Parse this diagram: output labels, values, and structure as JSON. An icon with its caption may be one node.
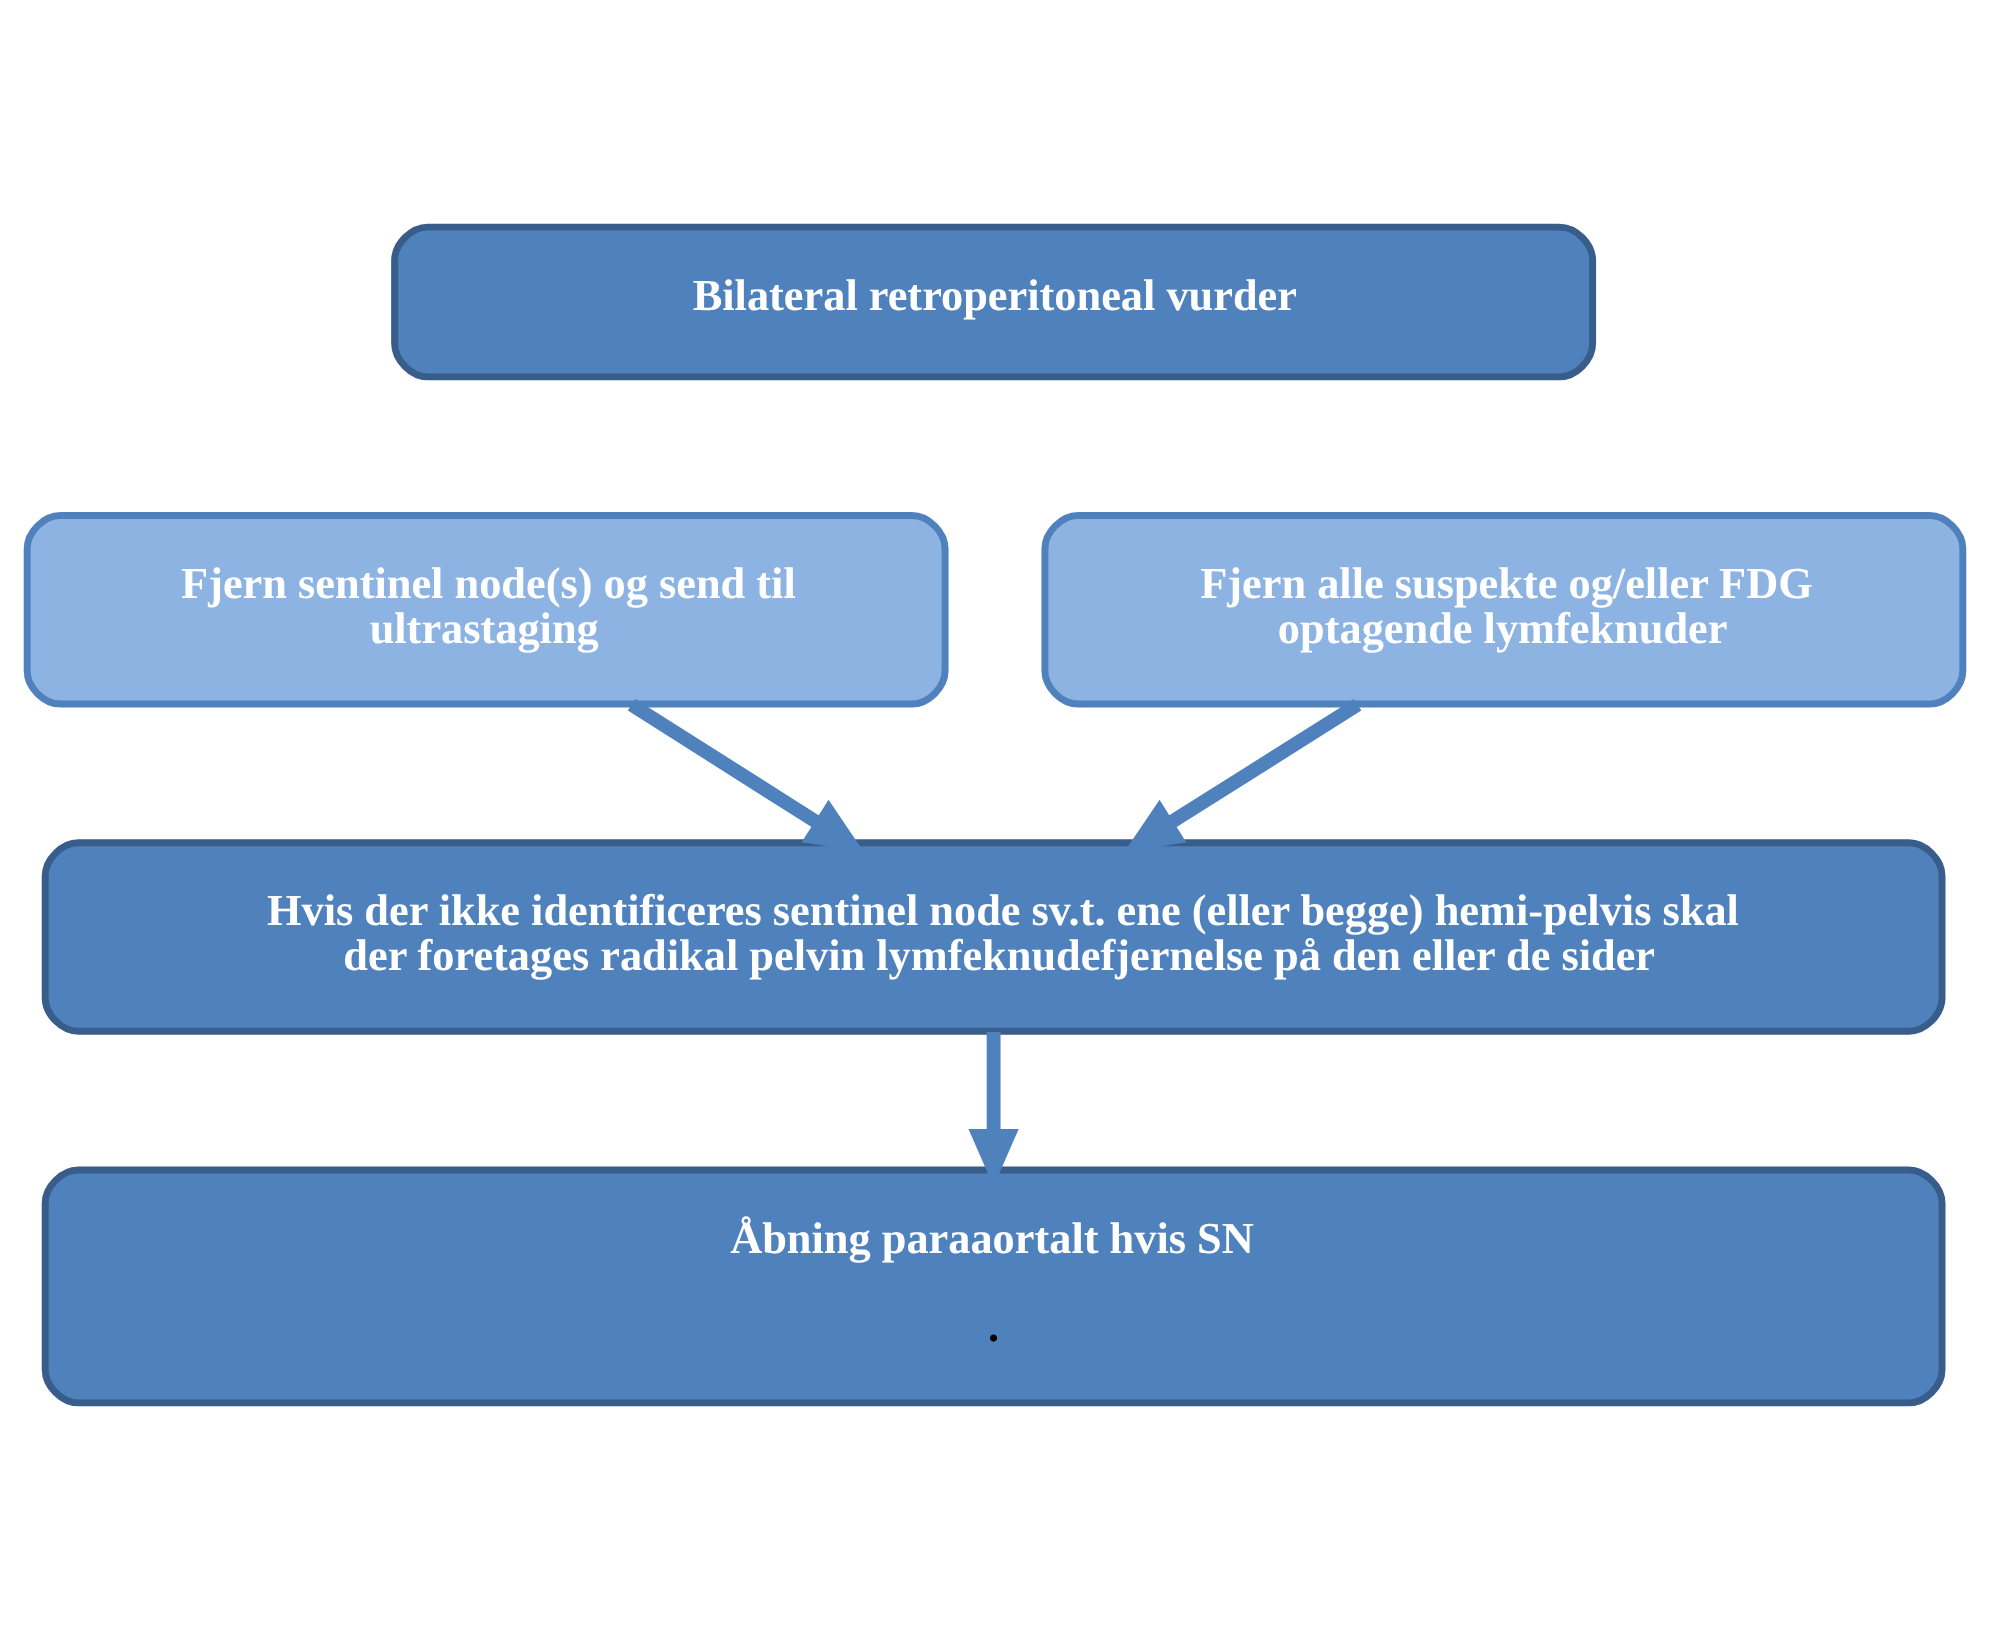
{
  "diagram": {
    "nodes": [
      {
        "text": [
          "Bilateral retroperitoneal vurder"
        ]
      },
      {
        "text": [
          "Fjern sentinel node(s) og send til ultrastaging"
        ]
      },
      {
        "text": [
          "Fjern alle suspekte og/eller FDG optagende lymfeknuder"
        ]
      },
      {
        "text": [
          "Hvis der ikke identificeres sentinel node sv.t. ene (eller begge) hemi-pelvis skal der foretages radikal pelvin lymfeknudefjernelse på den eller de sider"
        ]
      },
      {
        "text": [
          "Åbning paraaortalt hvis SN",
          "."
        ]
      }
    ],
    "edges": [
      {
        "from": 1,
        "to": 3,
        "arrow": "to"
      },
      {
        "from": 2,
        "to": 3,
        "arrow": "to"
      },
      {
        "from": 3,
        "to": 4,
        "arrow": "to"
      }
    ]
  }
}
